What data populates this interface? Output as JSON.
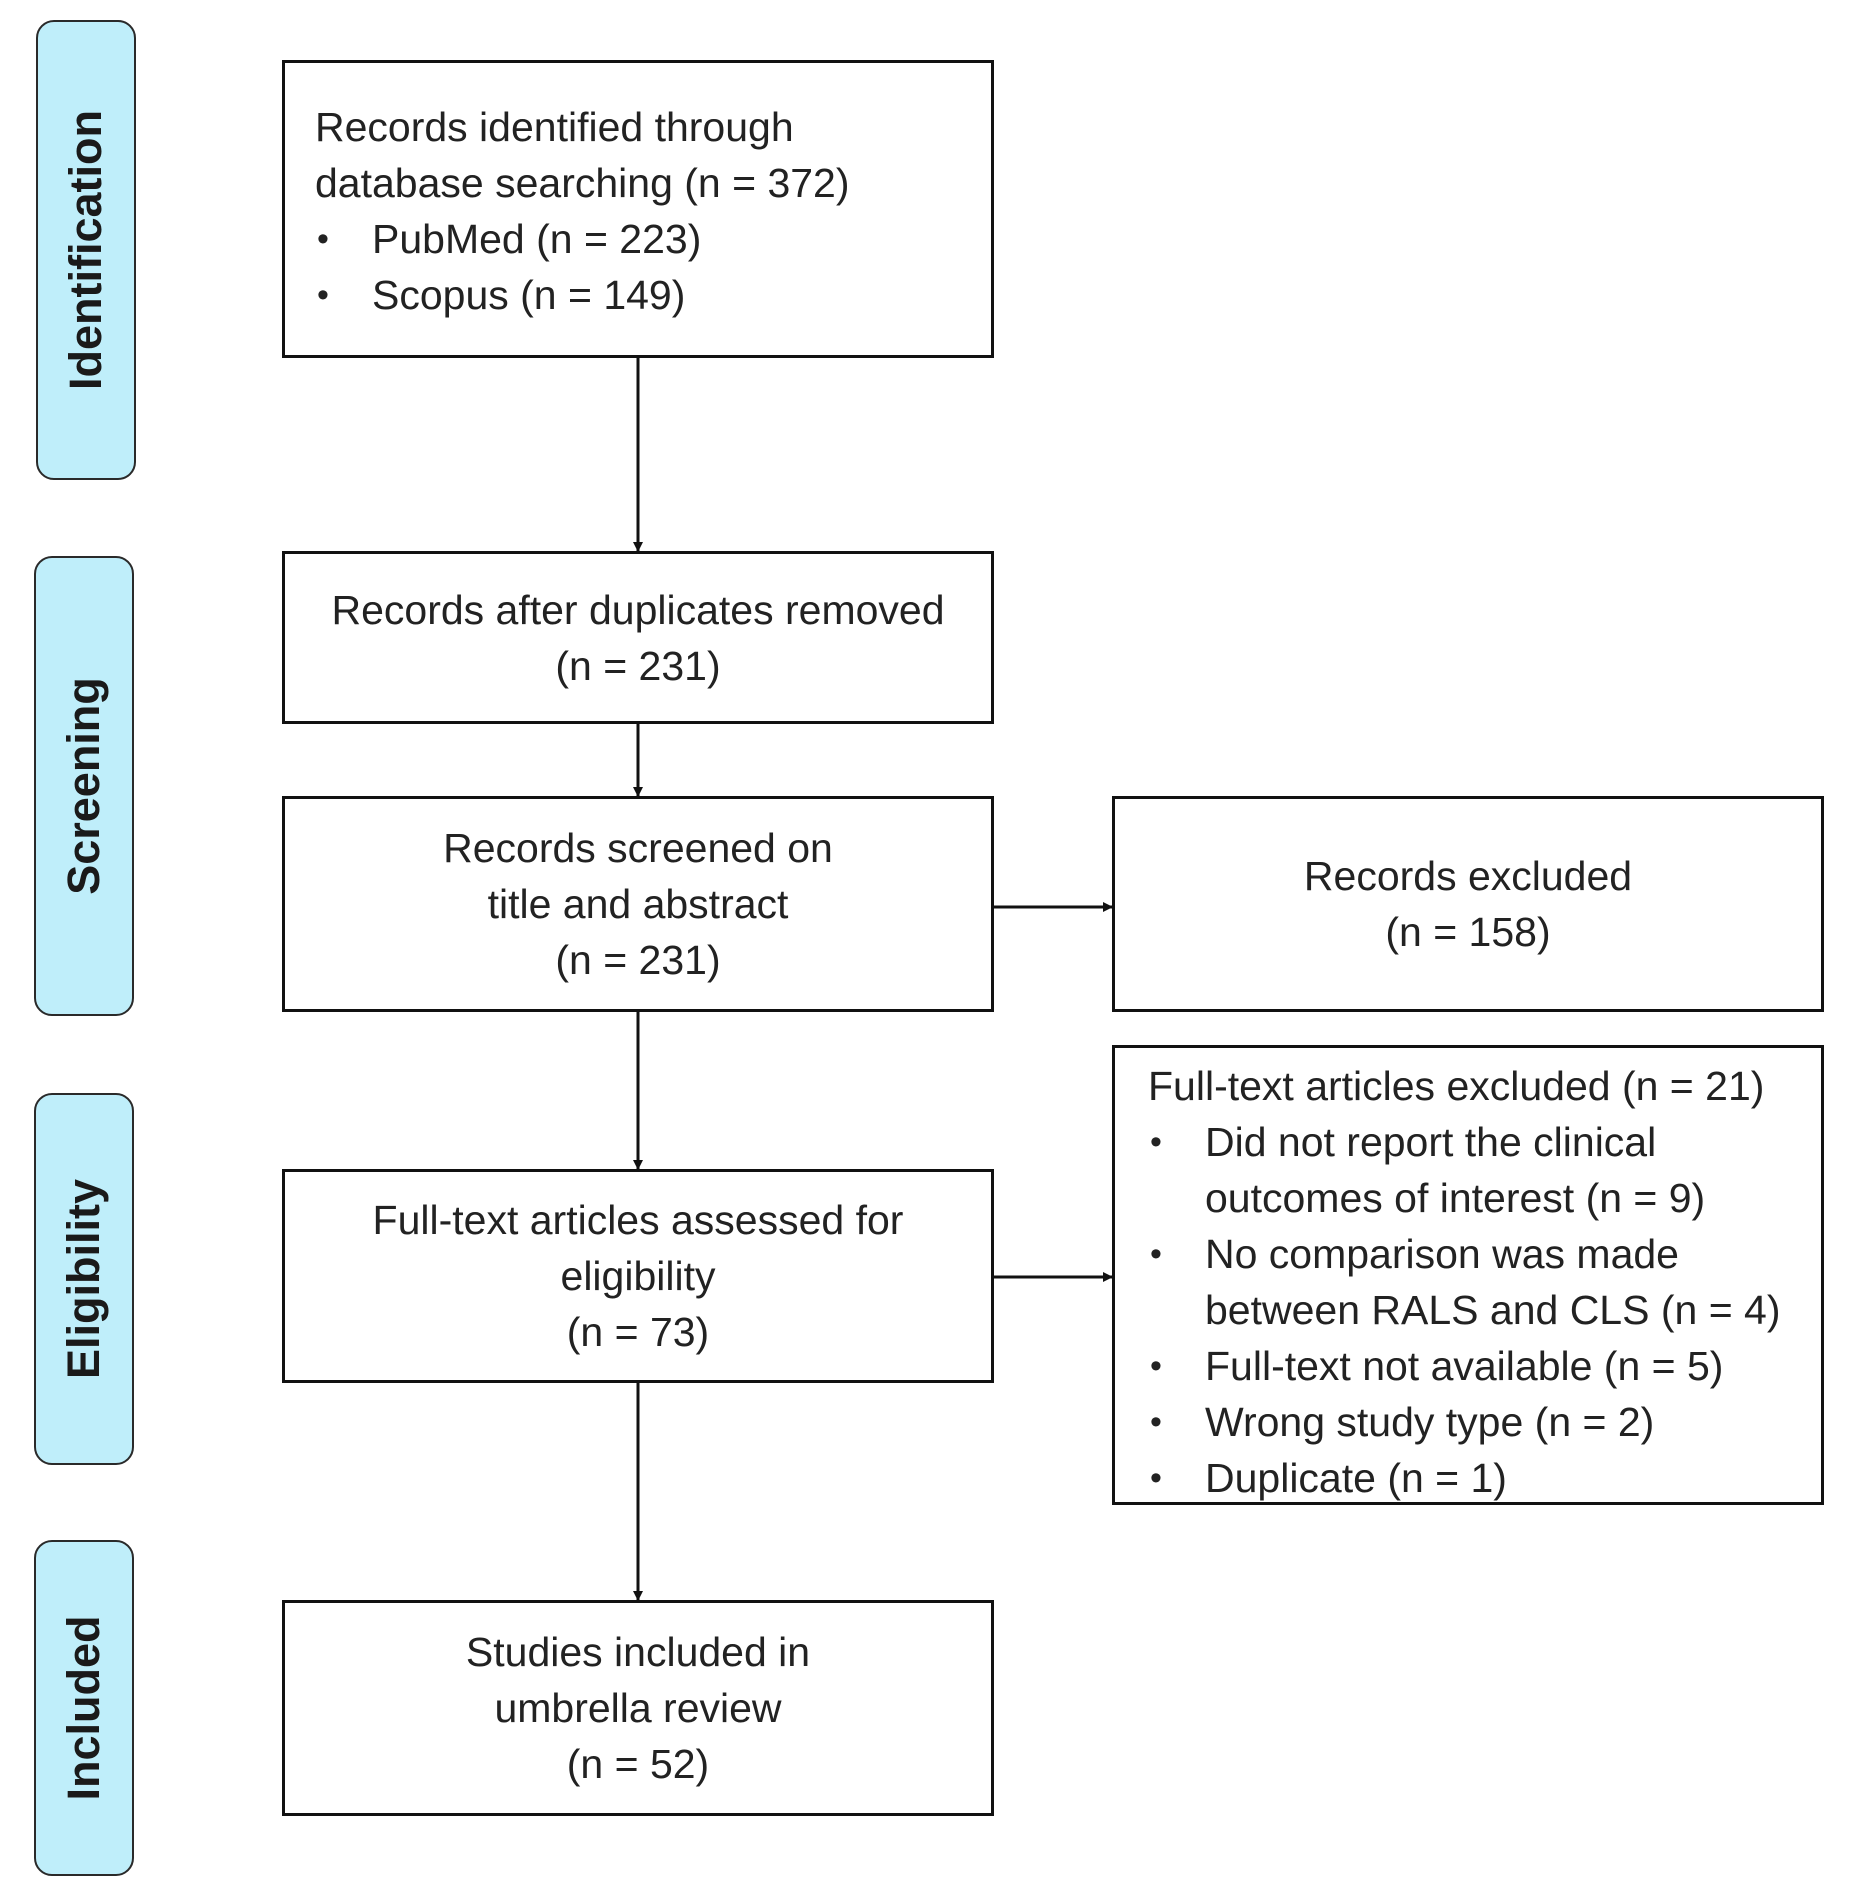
{
  "stages": {
    "identification": "Identification",
    "screening": "Screening",
    "eligibility": "Eligibility",
    "included": "Included"
  },
  "boxes": {
    "identified": {
      "lines": [
        "Records identified through",
        "database searching (n = 372)"
      ],
      "bullets": [
        "PubMed (n = 223)",
        "Scopus (n = 149)"
      ]
    },
    "duplicates_removed": {
      "lines": [
        "Records after duplicates removed",
        "(n = 231)"
      ]
    },
    "screened": {
      "lines": [
        "Records screened on",
        "title and abstract",
        "(n = 231)"
      ]
    },
    "excluded": {
      "lines": [
        "Records excluded",
        "(n = 158)"
      ]
    },
    "assessed": {
      "lines": [
        "Full-text articles assessed for",
        "eligibility",
        "(n = 73)"
      ]
    },
    "fulltext_excluded": {
      "title": "Full-text articles excluded (n = 21)",
      "bullets": [
        [
          "Did not report the clinical",
          "outcomes of interest (n = 9)"
        ],
        [
          "No comparison was made",
          "between RALS and CLS (n = 4)"
        ],
        [
          "Full-text not available (n = 5)"
        ],
        [
          "Wrong study type (n = 2)"
        ],
        [
          "Duplicate (n = 1)"
        ]
      ]
    },
    "included": {
      "lines": [
        "Studies included in",
        "umbrella review",
        "(n = 52)"
      ]
    }
  },
  "colors": {
    "stage_fill": "#bfeefa",
    "border": "#111111",
    "arrow": "#111111"
  }
}
